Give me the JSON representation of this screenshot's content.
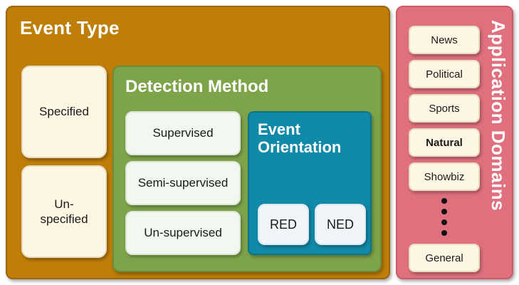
{
  "event_type": {
    "title": "Event Type",
    "boxes": [
      {
        "label": "Specified"
      },
      {
        "label": "Un-\nspecified"
      }
    ]
  },
  "detection_method": {
    "title": "Detection Method",
    "methods": [
      {
        "label": "Supervised"
      },
      {
        "label": "Semi-supervised"
      },
      {
        "label": "Un-supervised"
      }
    ]
  },
  "event_orientation": {
    "title": "Event\nOrientation",
    "items": [
      {
        "label": "RED"
      },
      {
        "label": "NED"
      }
    ]
  },
  "application_domains": {
    "title": "Application Domains",
    "items": [
      {
        "label": "News",
        "bold": false
      },
      {
        "label": "Political",
        "bold": false
      },
      {
        "label": "Sports",
        "bold": false
      },
      {
        "label": "Natural",
        "bold": true
      },
      {
        "label": "Showbiz",
        "bold": false
      },
      {
        "label": "General",
        "bold": false
      }
    ],
    "ellipsis_dots": 4
  },
  "colors": {
    "event_type_panel": "#bf7e08",
    "detection_panel": "#7ea44a",
    "orientation_panel": "#1189a8",
    "domains_panel": "#e0707e",
    "cream_box": "#fdf6e3"
  }
}
